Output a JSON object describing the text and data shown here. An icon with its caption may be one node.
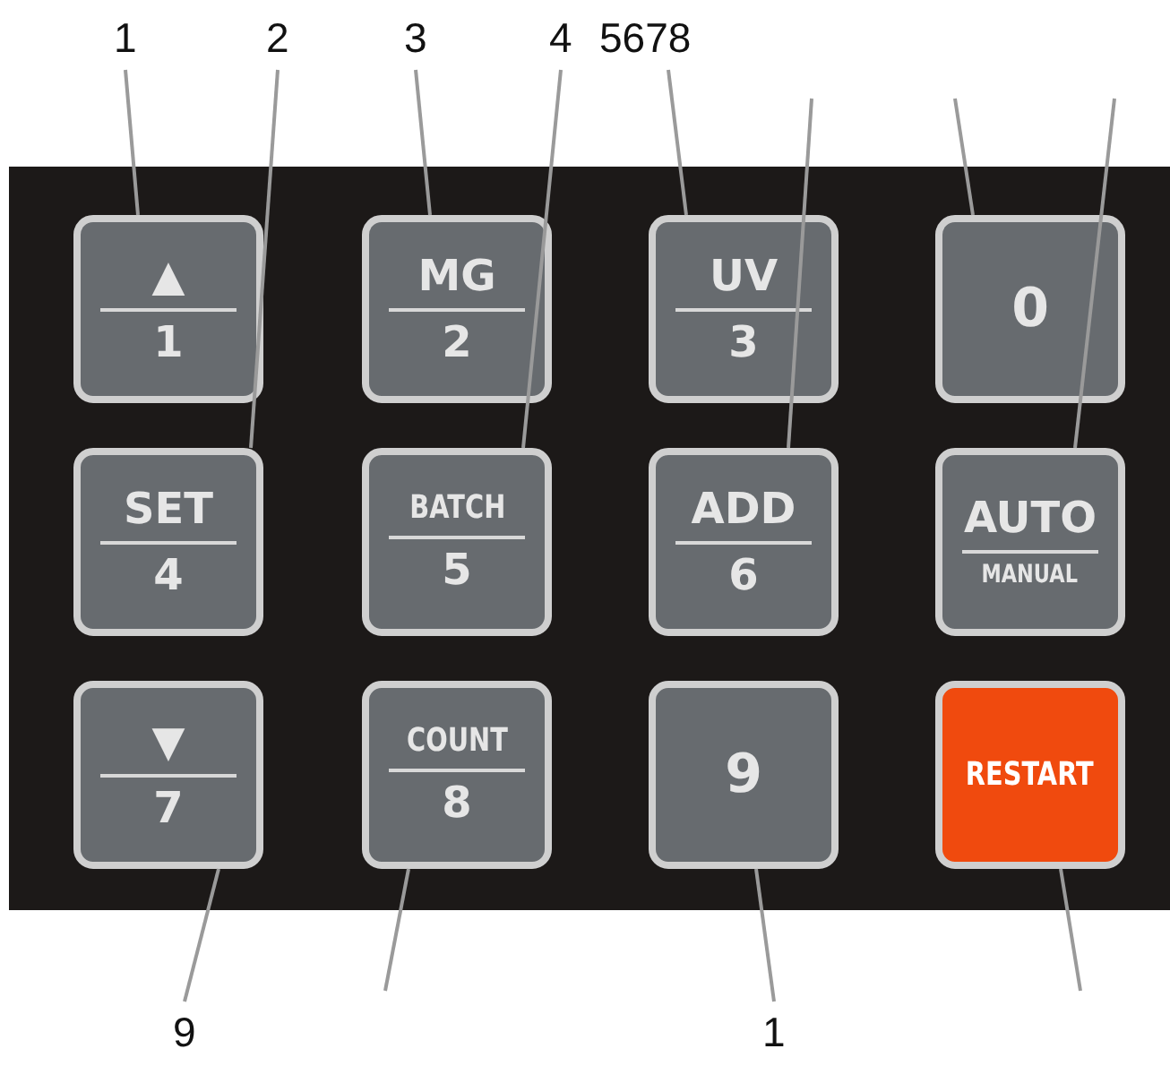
{
  "diagram": {
    "nodes": [
      {
        "text": [
          "1"
        ]
      },
      {
        "text": [
          "2"
        ]
      },
      {
        "text": [
          "3"
        ]
      },
      {
        "text": [
          "4"
        ]
      },
      {
        "text": [
          "5678"
        ]
      },
      {
        "text": [
          "▲",
          "1"
        ]
      },
      {
        "text": [
          "MG",
          "2"
        ]
      },
      {
        "text": [
          "UV",
          "3"
        ]
      },
      {
        "text": [
          "0"
        ]
      },
      {
        "text": [
          "SET",
          "4"
        ]
      },
      {
        "text": [
          "BATCH",
          "5"
        ]
      },
      {
        "text": [
          "ADD",
          "6"
        ]
      },
      {
        "text": [
          "AUTO",
          "MANUAL"
        ]
      },
      {
        "text": [
          "▼",
          "7"
        ]
      },
      {
        "text": [
          "COUNT",
          "8"
        ]
      },
      {
        "text": [
          "9"
        ]
      },
      {
        "text": [
          "RESTART"
        ]
      },
      {
        "text": [
          "9"
        ]
      },
      {
        "text": [
          "1"
        ]
      }
    ],
    "edges": [
      {
        "from": 0,
        "to": 5,
        "arrow": "none"
      },
      {
        "from": 1,
        "to": 9,
        "arrow": "none"
      },
      {
        "from": 2,
        "to": 6,
        "arrow": "none"
      },
      {
        "from": 3,
        "to": 10,
        "arrow": "none"
      },
      {
        "from": 4,
        "to": 7,
        "arrow": "none"
      },
      {
        "from": null,
        "to": 11,
        "arrow": "none"
      },
      {
        "from": null,
        "to": 8,
        "arrow": "none"
      },
      {
        "from": null,
        "to": 12,
        "arrow": "none"
      },
      {
        "from": 17,
        "to": 13,
        "arrow": "none"
      },
      {
        "from": null,
        "to": 14,
        "arrow": "none"
      },
      {
        "from": 18,
        "to": 15,
        "arrow": "none"
      },
      {
        "from": null,
        "to": 16,
        "arrow": "none"
      }
    ]
  }
}
